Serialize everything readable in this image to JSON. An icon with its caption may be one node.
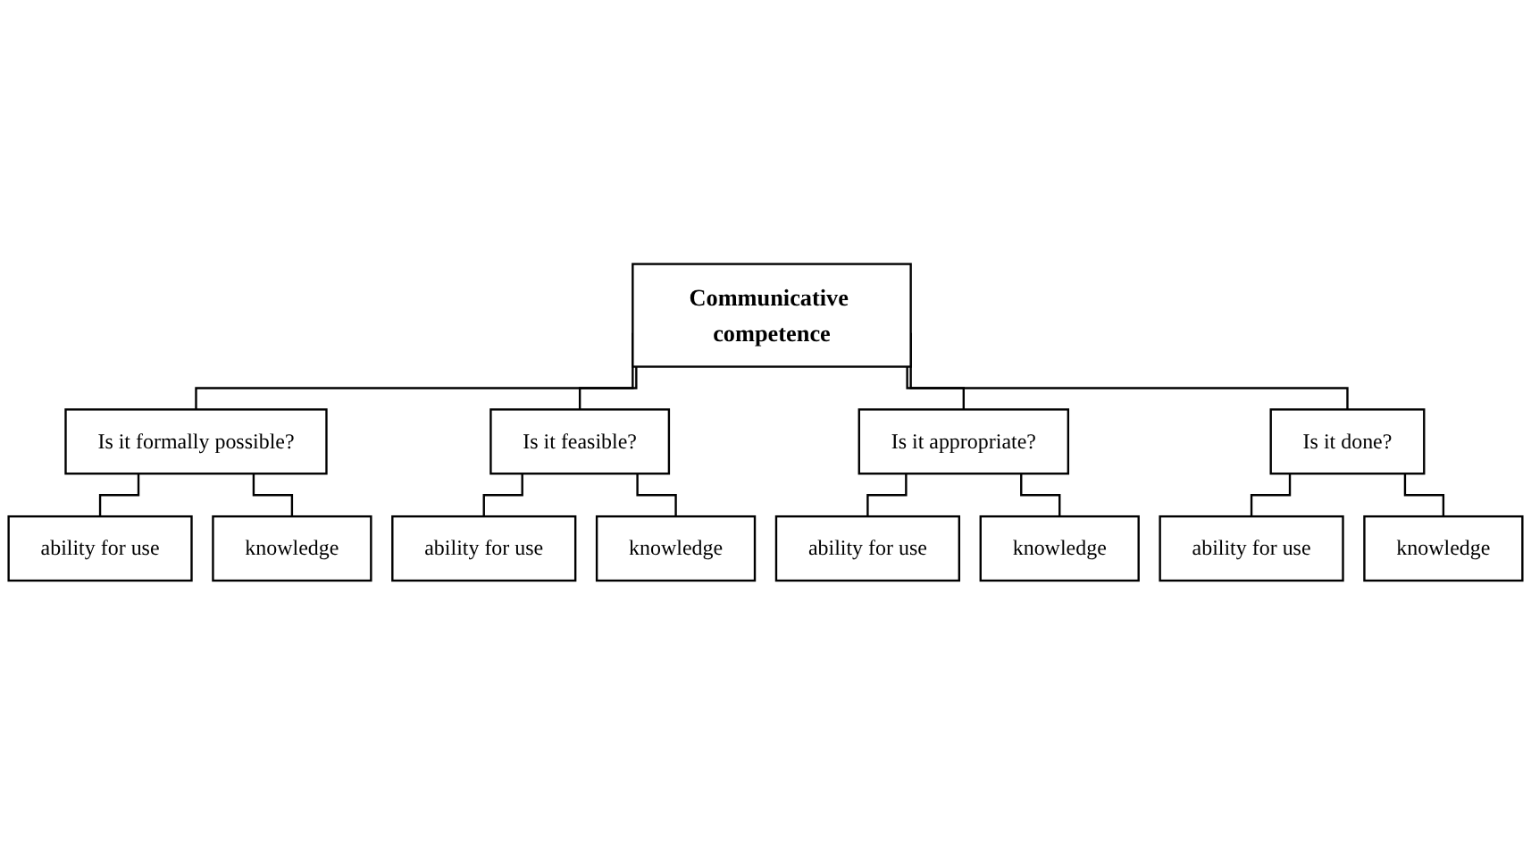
{
  "diagram": {
    "nodes": [
      {
        "text": [
          "Communicative competence"
        ]
      },
      {
        "text": [
          "Is it formally possible?"
        ]
      },
      {
        "text": [
          "Is it feasible?"
        ]
      },
      {
        "text": [
          "Is it appropriate?"
        ]
      },
      {
        "text": [
          "Is it done?"
        ]
      },
      {
        "text": [
          "ability for use"
        ]
      },
      {
        "text": [
          "knowledge"
        ]
      },
      {
        "text": [
          "ability for use"
        ]
      },
      {
        "text": [
          "knowledge"
        ]
      },
      {
        "text": [
          "ability for use"
        ]
      },
      {
        "text": [
          "knowledge"
        ]
      },
      {
        "text": [
          "ability for use"
        ]
      },
      {
        "text": [
          "knowledge"
        ]
      }
    ],
    "edges": [
      {
        "from": 0,
        "to": 1,
        "arrow": "none"
      },
      {
        "from": 0,
        "to": 2,
        "arrow": "none"
      },
      {
        "from": 0,
        "to": 3,
        "arrow": "none"
      },
      {
        "from": 0,
        "to": 4,
        "arrow": "none"
      },
      {
        "from": 1,
        "to": 5,
        "arrow": "none"
      },
      {
        "from": 1,
        "to": 6,
        "arrow": "none"
      },
      {
        "from": 2,
        "to": 7,
        "arrow": "none"
      },
      {
        "from": 2,
        "to": 8,
        "arrow": "none"
      },
      {
        "from": 3,
        "to": 9,
        "arrow": "none"
      },
      {
        "from": 3,
        "to": 10,
        "arrow": "none"
      },
      {
        "from": 4,
        "to": 11,
        "arrow": "none"
      },
      {
        "from": 4,
        "to": 12,
        "arrow": "none"
      }
    ]
  }
}
